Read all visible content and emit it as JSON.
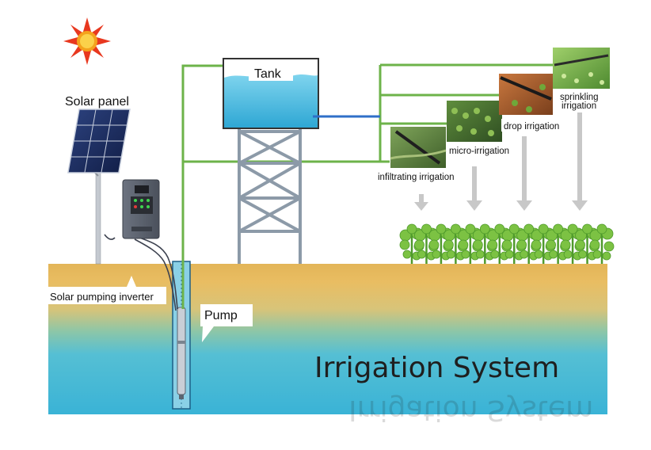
{
  "title": "Irrigation System",
  "components": {
    "solar_panel": "Solar panel",
    "inverter": "Solar pumping inverter",
    "pump": "Pump",
    "tank": "Tank"
  },
  "irrigation_types": {
    "infiltrating": "infiltrating irrigation",
    "micro": "micro-irrigation",
    "drop": "drop irrigation",
    "sprinkling_line1": "sprinkling",
    "sprinkling_line2": "irrigation"
  },
  "colors": {
    "pipe": "#6db34a",
    "water_pipe": "#2f6fc8",
    "tank_water": "#3fb6dc",
    "soil": "#e8b95c",
    "groundwater": "#4cc0d8",
    "arrow": "#c8c8c8"
  },
  "icons": {
    "sun": "sun-icon",
    "plant": "plant-icon"
  }
}
